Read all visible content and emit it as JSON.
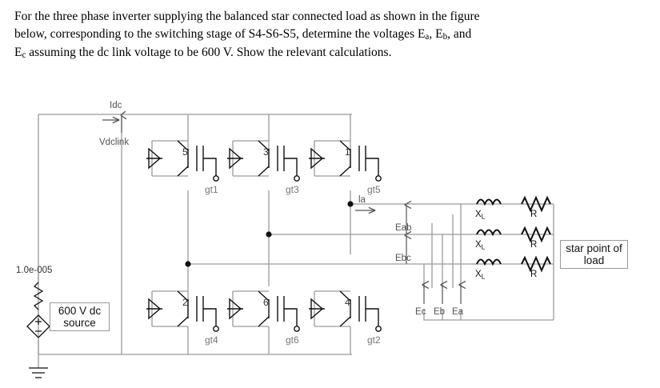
{
  "question": {
    "line1": "For the three phase inverter supplying the balanced star connected load as shown in the figure",
    "line2_a": "below, corresponding to the switching stage of S4-S6-S5, determine the voltages E",
    "line2_sub1": "a",
    "line2_b": ", E",
    "line2_sub2": "b",
    "line2_c": ", and",
    "line3_a": "E",
    "line3_sub": "c",
    "line3_b": " assuming the dc link voltage to be 600 V. Show the relevant calculations."
  },
  "figure": {
    "dc_current_label": "Idc",
    "dc_link_label": "Vdclink",
    "source_resistor_label": "1.0e-005",
    "source_box_line1": "600 V dc",
    "source_box_line2": "source",
    "star_box_line1": "star point of",
    "star_box_line2": "load",
    "phase_current_label": "la",
    "line_voltage_ab": "Eab",
    "line_voltage_bc": "Ebc",
    "phase_voltage_c": "Ec",
    "phase_voltage_b": "Eb",
    "phase_voltage_a": "Ea",
    "switches_top": [
      {
        "number": "5",
        "gate": "gt1"
      },
      {
        "number": "3",
        "gate": "gt3"
      },
      {
        "number": "1",
        "gate": "gt5"
      }
    ],
    "switches_bottom": [
      {
        "number": "2",
        "gate": "gt4"
      },
      {
        "number": "6",
        "gate": "gt6"
      },
      {
        "number": "4",
        "gate": "gt2"
      }
    ],
    "load_branches": [
      {
        "inductor": "X",
        "inductor_sub": "L",
        "resistor": "R"
      },
      {
        "inductor": "X",
        "inductor_sub": "L",
        "resistor": "R"
      },
      {
        "inductor": "X",
        "inductor_sub": "L",
        "resistor": "R"
      }
    ],
    "colors": {
      "wire": "#9a9a9a",
      "symbol": "#111111",
      "text": "#555555",
      "label_text": "#111111"
    }
  }
}
